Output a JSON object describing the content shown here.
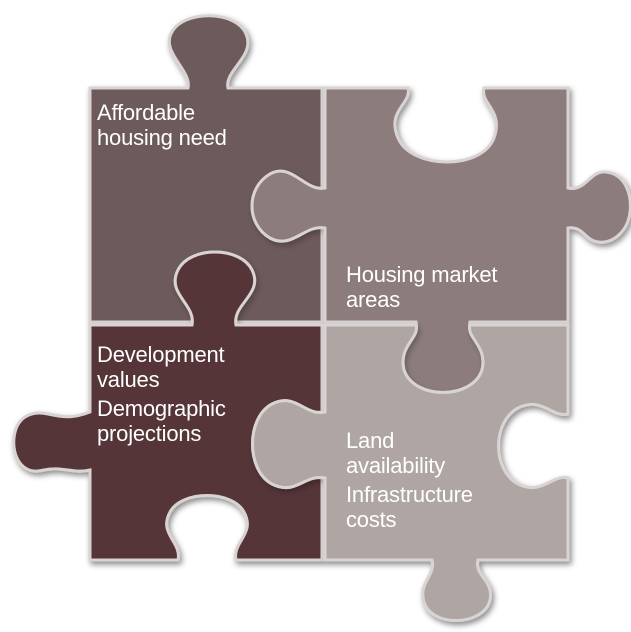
{
  "pieces": [
    {
      "id": "top-left",
      "color": "#6d5a5a",
      "lines": [
        "Affordable",
        "housing need"
      ]
    },
    {
      "id": "top-right",
      "color": "#8d7c7b",
      "lines": [
        "Housing market",
        "areas"
      ]
    },
    {
      "id": "bottom-left",
      "color": "#553537",
      "lines": [
        "Development",
        "values"
      ],
      "lines2": [
        "Demographic",
        "projections"
      ]
    },
    {
      "id": "bottom-right",
      "color": "#afa6a3",
      "lines": [
        "Land",
        "availability"
      ],
      "lines2": [
        "Infrastructure",
        "costs"
      ]
    }
  ]
}
